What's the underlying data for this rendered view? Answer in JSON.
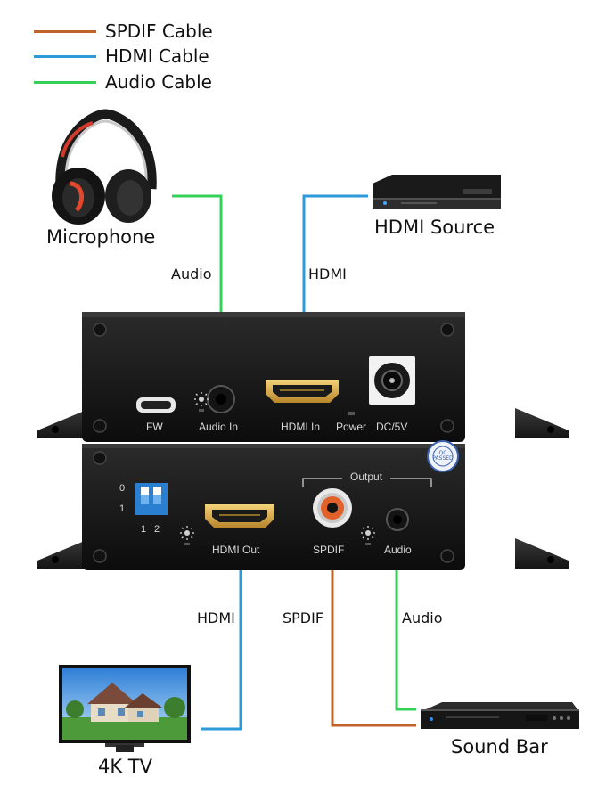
{
  "legend": [
    {
      "label": "SPDIF Cable",
      "color": "#c0622a"
    },
    {
      "label": "HDMI Cable",
      "color": "#2c9ad8"
    },
    {
      "label": "Audio Cable",
      "color": "#34d058"
    }
  ],
  "devices": {
    "microphone": "Microphone",
    "hdmi_source": "HDMI Source",
    "tv": "4K TV",
    "sound_bar": "Sound Bar"
  },
  "wire_labels": {
    "audio_in": "Audio",
    "hdmi_in": "HDMI",
    "hdmi_out": "HDMI",
    "spdif_out": "SPDIF",
    "audio_out": "Audio"
  },
  "ports_top": {
    "fw": "FW",
    "audio_in": "Audio In",
    "hdmi_in": "HDMI In",
    "power": "Power",
    "dc": "DC/5V"
  },
  "ports_bottom": {
    "output": "Output",
    "dip_0": "0",
    "dip_1": "1",
    "dip_sw1": "1",
    "dip_sw2": "2",
    "hdmi_out": "HDMI Out",
    "spdif": "SPDIF",
    "audio": "Audio"
  },
  "sticker": "QC PASSED"
}
